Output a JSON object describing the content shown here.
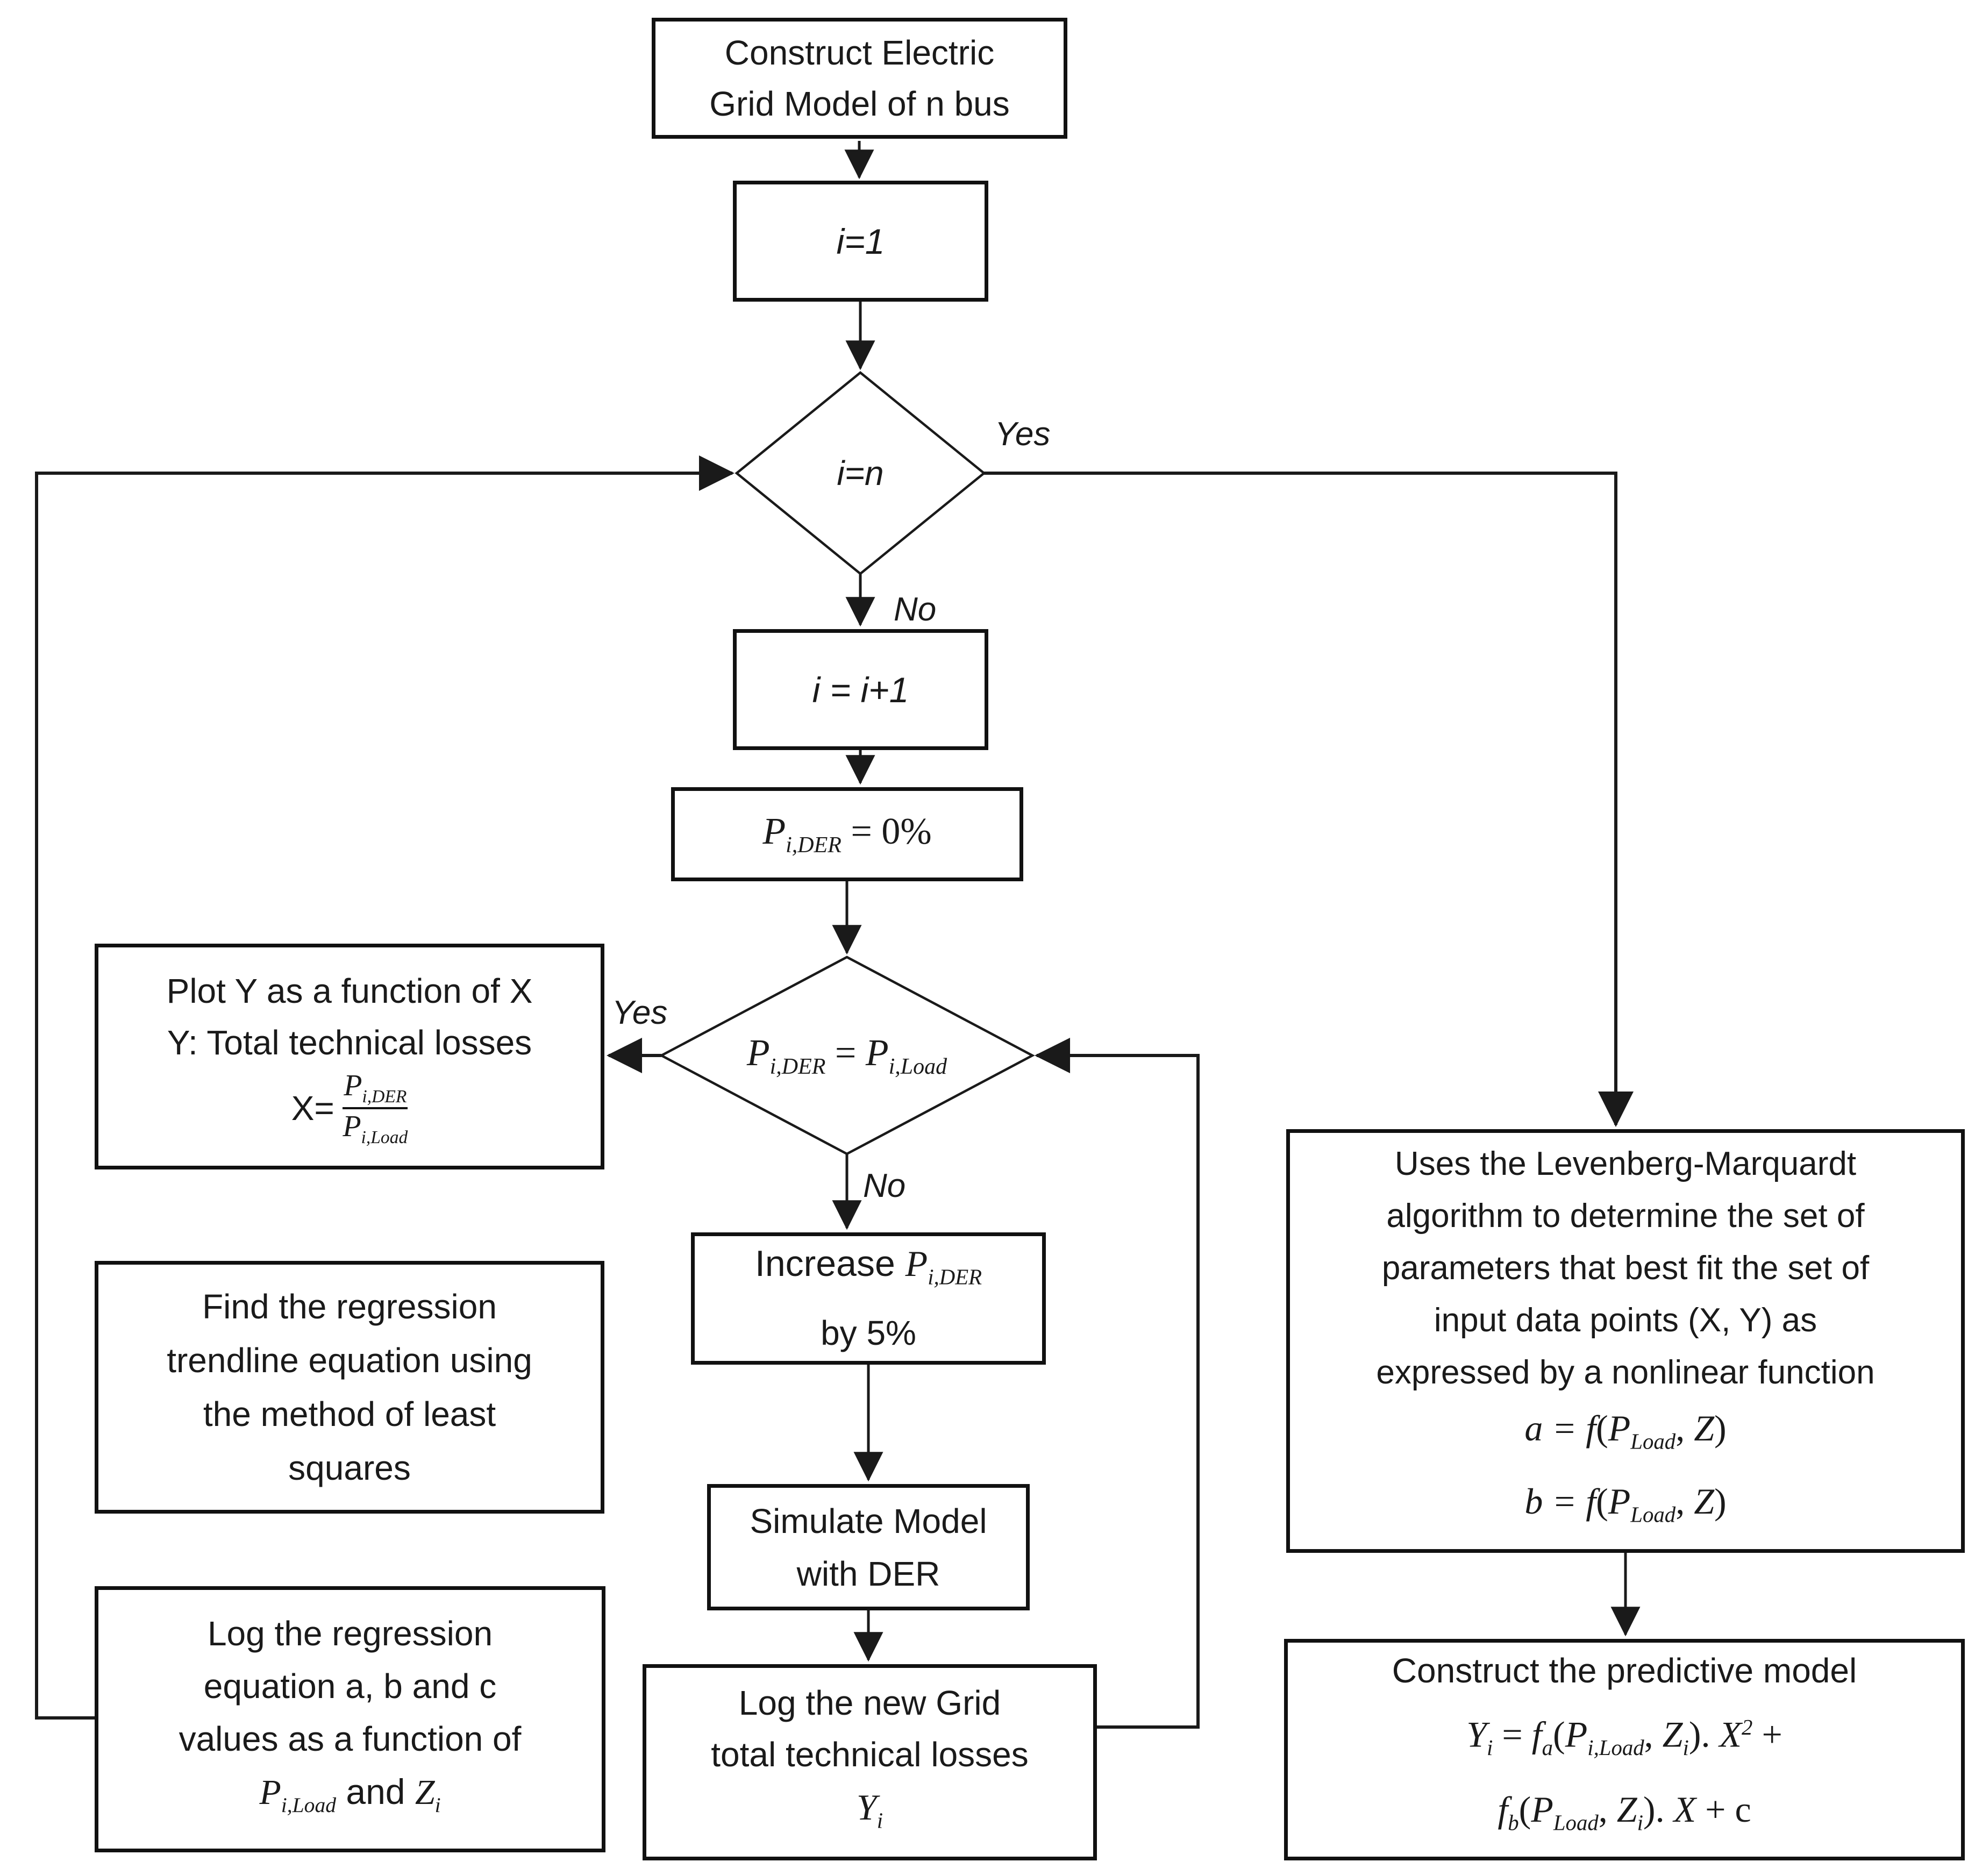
{
  "nodes": {
    "construct_grid": {
      "lines": [
        "Construct Electric",
        "Grid Model of n bus"
      ]
    },
    "init": {
      "text": "i=1"
    },
    "check_n": {
      "text": "i=n"
    },
    "increment": {
      "text": "i = i+1"
    },
    "pder_zero": {
      "eq": [
        {
          "t": "P"
        },
        {
          "t": "i,DER",
          "s": "ss"
        },
        {
          "t": "  =  0%",
          "s": "rm"
        }
      ]
    },
    "der_equals_load": {
      "eq": [
        {
          "t": "P"
        },
        {
          "t": "i,DER",
          "s": "ss"
        },
        {
          "t": " = ",
          "s": "rm"
        },
        {
          "t": "P"
        },
        {
          "t": "i,Load",
          "s": "ss"
        }
      ]
    },
    "plot": {
      "lines": [
        "Plot Y as a function of X",
        "Y: Total technical losses"
      ],
      "x_prefix": "X=",
      "num": [
        {
          "t": "P"
        },
        {
          "t": "i,DER",
          "s": "ss"
        }
      ],
      "den": [
        {
          "t": "P"
        },
        {
          "t": "i,Load",
          "s": "ss"
        }
      ]
    },
    "find": {
      "lines": [
        "Find the regression",
        "trendline equation using",
        "the method of least",
        "squares"
      ]
    },
    "log_regression": {
      "lines": [
        "Log the regression",
        "equation a, b and c",
        "values as a function of"
      ],
      "eq": [
        {
          "t": "P"
        },
        {
          "t": "i,Load",
          "s": "ss"
        },
        {
          "t": " and ",
          "s": "sans"
        },
        {
          "t": "Z"
        },
        {
          "t": "i",
          "s": "ss"
        }
      ]
    },
    "increase": {
      "eq": [
        {
          "t": "Increase ",
          "s": "sans"
        },
        {
          "t": "P"
        },
        {
          "t": "i,DER",
          "s": "ss"
        }
      ],
      "line2": "by 5%"
    },
    "simulate": {
      "lines": [
        "Simulate Model",
        "with DER"
      ]
    },
    "log_losses": {
      "lines": [
        "Log the new Grid",
        "total technical losses"
      ],
      "eq": [
        {
          "t": "Y"
        },
        {
          "t": "i",
          "s": "ss"
        }
      ]
    },
    "levenberg": {
      "lines": [
        "Uses the Levenberg-Marquardt",
        "algorithm to determine the set of",
        "parameters that best fit the set of",
        "input data points (X, Y) as",
        "expressed by a nonlinear function"
      ],
      "eq1": [
        {
          "t": "a = f"
        },
        {
          "t": "(",
          "s": "rm"
        },
        {
          "t": "P"
        },
        {
          "t": "Load",
          "s": "ss"
        },
        {
          "t": ", ",
          "s": "rm"
        },
        {
          "t": "Z"
        },
        {
          "t": ")",
          "s": "rm"
        }
      ],
      "eq2": [
        {
          "t": "b = f"
        },
        {
          "t": "(",
          "s": "rm"
        },
        {
          "t": "P"
        },
        {
          "t": "Load",
          "s": "ss"
        },
        {
          "t": ", ",
          "s": "rm"
        },
        {
          "t": "Z"
        },
        {
          "t": ")",
          "s": "rm"
        }
      ]
    },
    "predictive": {
      "title": "Construct the predictive model",
      "eq1": [
        {
          "t": "Y"
        },
        {
          "t": "i",
          "s": "ss"
        },
        {
          "t": " = ",
          "s": "rm"
        },
        {
          "t": "f"
        },
        {
          "t": "a",
          "s": "ss"
        },
        {
          "t": "(",
          "s": "rm"
        },
        {
          "t": "P"
        },
        {
          "t": "i,Load",
          "s": "ss"
        },
        {
          "t": ", ",
          "s": "rm"
        },
        {
          "t": "Z"
        },
        {
          "t": "i",
          "s": "ss"
        },
        {
          "t": "). ",
          "s": "rm"
        },
        {
          "t": "X"
        },
        {
          "t": "2",
          "s": "sp"
        },
        {
          "t": " +",
          "s": "rm"
        }
      ],
      "eq2": [
        {
          "t": "f"
        },
        {
          "t": "b",
          "s": "ss"
        },
        {
          "t": "(",
          "s": "rm"
        },
        {
          "t": "P"
        },
        {
          "t": "Load",
          "s": "ss"
        },
        {
          "t": ", ",
          "s": "rm"
        },
        {
          "t": "Z"
        },
        {
          "t": "i",
          "s": "ss"
        },
        {
          "t": "). ",
          "s": "rm"
        },
        {
          "t": "X"
        },
        {
          "t": " + c",
          "s": "rm"
        }
      ]
    }
  },
  "labels": {
    "yes_top": "Yes",
    "no_top": "No",
    "yes_left": "Yes",
    "no_mid": "No"
  },
  "colors": {
    "line": "#1a1a1a",
    "box_border": "#111111",
    "background": "#ffffff"
  }
}
